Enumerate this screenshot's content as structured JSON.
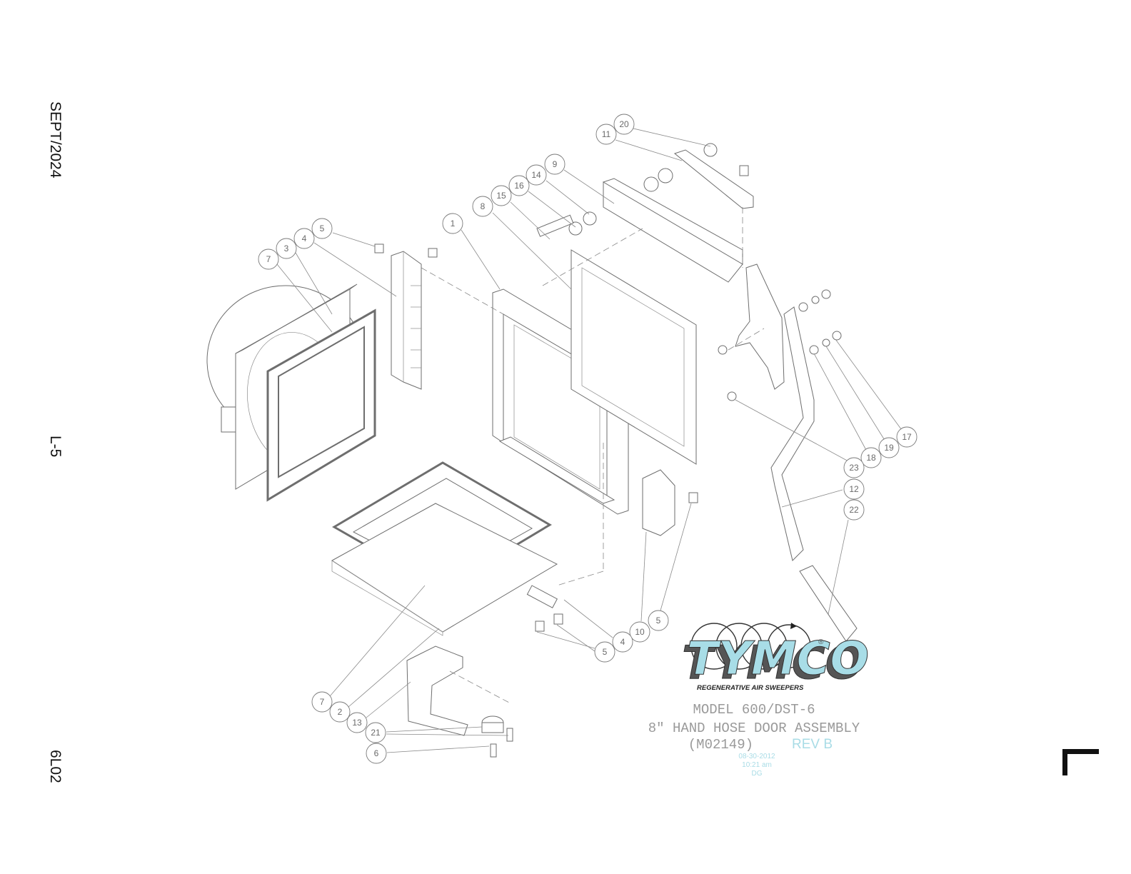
{
  "side_labels": {
    "date": "SEPT/2024",
    "page": "L-5",
    "code": "6L02"
  },
  "callouts": [
    {
      "id": "c20",
      "label": "20"
    },
    {
      "id": "c11",
      "label": "11"
    },
    {
      "id": "c9",
      "label": "9"
    },
    {
      "id": "c14",
      "label": "14"
    },
    {
      "id": "c16",
      "label": "16"
    },
    {
      "id": "c15",
      "label": "15"
    },
    {
      "id": "c8",
      "label": "8"
    },
    {
      "id": "c1",
      "label": "1"
    },
    {
      "id": "c5a",
      "label": "5"
    },
    {
      "id": "c4a",
      "label": "4"
    },
    {
      "id": "c3",
      "label": "3"
    },
    {
      "id": "c7a",
      "label": "7"
    },
    {
      "id": "c17",
      "label": "17"
    },
    {
      "id": "c19",
      "label": "19"
    },
    {
      "id": "c18",
      "label": "18"
    },
    {
      "id": "c23",
      "label": "23"
    },
    {
      "id": "c12",
      "label": "12"
    },
    {
      "id": "c22",
      "label": "22"
    },
    {
      "id": "c5b",
      "label": "5"
    },
    {
      "id": "c10",
      "label": "10"
    },
    {
      "id": "c4b",
      "label": "4"
    },
    {
      "id": "c5c",
      "label": "5"
    },
    {
      "id": "c7b",
      "label": "7"
    },
    {
      "id": "c2",
      "label": "2"
    },
    {
      "id": "c13",
      "label": "13"
    },
    {
      "id": "c21",
      "label": "21"
    },
    {
      "id": "c6",
      "label": "6"
    }
  ],
  "logo": {
    "brand": "TYMCO",
    "registered": "®",
    "tagline": "REGENERATIVE AIR SWEEPERS",
    "color": "#a8dde7"
  },
  "title_block": {
    "model": "MODEL 600/DST-6",
    "description": "8\" HAND HOSE DOOR ASSEMBLY",
    "part_number": "(M02149)",
    "revision": "REV B",
    "date": "08-30-2012",
    "time": "10:21 am",
    "initials": "DG"
  }
}
